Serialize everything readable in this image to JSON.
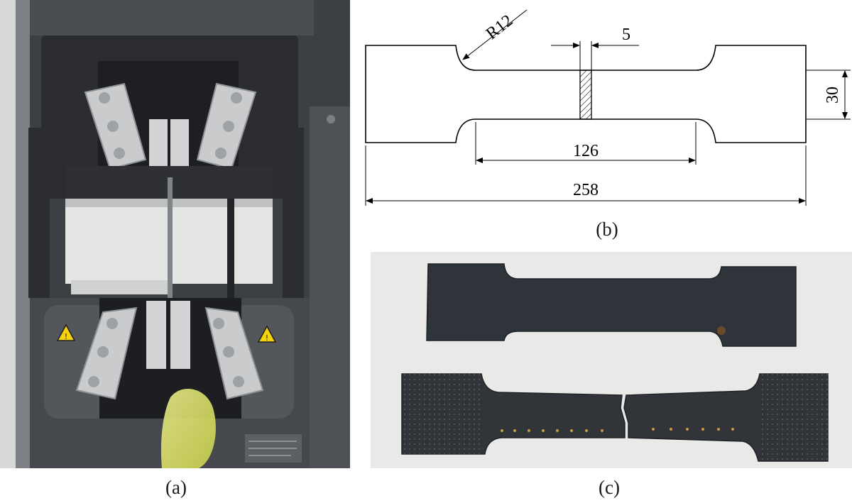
{
  "panels": {
    "a": {
      "label": "(a)"
    },
    "b": {
      "label": "(b)",
      "dimensions": {
        "radius": "R12",
        "weld_width": "5",
        "width": "30",
        "gauge_length": "126",
        "total_length": "258"
      }
    },
    "c": {
      "label": "(c)"
    }
  },
  "colors": {
    "machine_dark": "#3c3f43",
    "machine_mid": "#55595e",
    "grip_plate": "#c9cbcd",
    "hazard_yellow": "#f4d20c",
    "specimen_dark": "#2f343a",
    "photo_background": "#e9e9e7"
  }
}
